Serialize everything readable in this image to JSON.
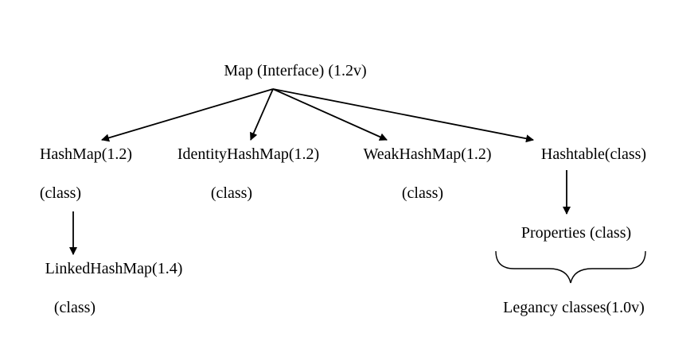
{
  "diagram": {
    "root": {
      "label": "Map (Interface) (1.2v)"
    },
    "children": [
      {
        "name": "HashMap(1.2)",
        "type": "(class)"
      },
      {
        "name": "IdentityHashMap(1.2)",
        "type": "(class)"
      },
      {
        "name": "WeakHashMap(1.2)",
        "type": "(class)"
      },
      {
        "name": "Hashtable(class)"
      }
    ],
    "hashmap_child": {
      "name": "LinkedHashMap(1.4)",
      "type": "(class)"
    },
    "hashtable_child": {
      "name": "Properties (class)"
    },
    "legacy_group": {
      "label": "Legancy classes(1.0v)"
    }
  }
}
